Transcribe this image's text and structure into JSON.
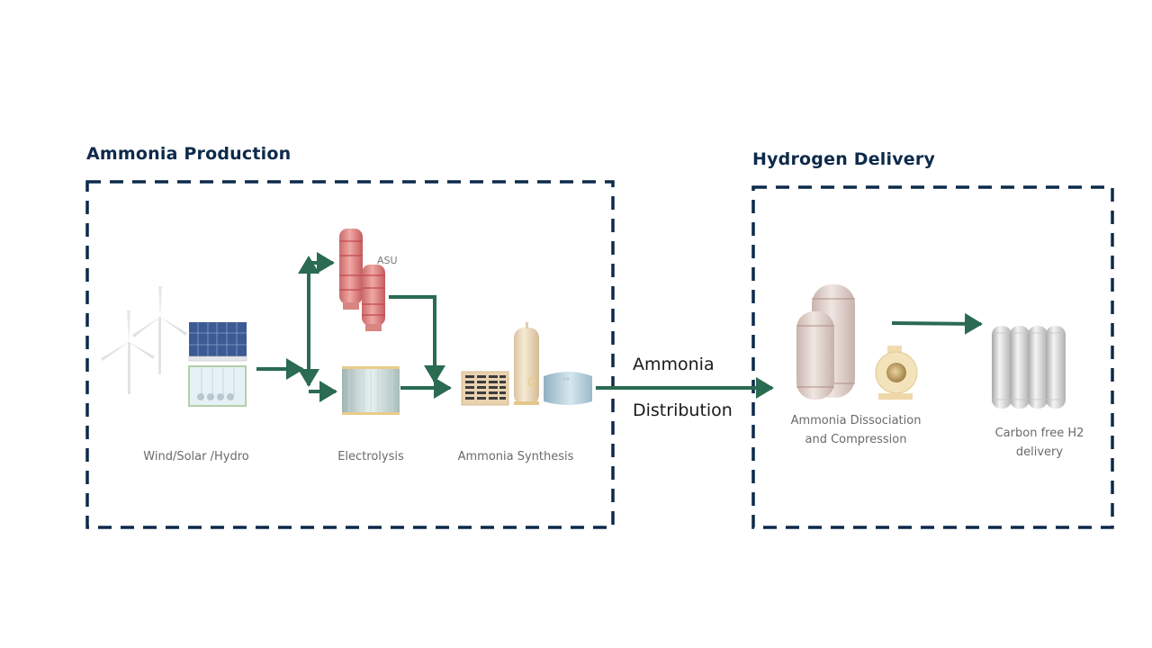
{
  "sections": {
    "production": {
      "title": "Ammonia Production"
    },
    "delivery": {
      "title": "Hydrogen Delivery"
    }
  },
  "nodes": {
    "renewables": {
      "label": "Wind/Solar /Hydro",
      "icon": "wind-solar-hydro-icon"
    },
    "asu": {
      "label": "ASU",
      "icon": "air-separation-unit-icon"
    },
    "electrolysis": {
      "label": "Electrolysis",
      "icon": "electrolyzer-icon"
    },
    "synthesis": {
      "label": "Ammonia Synthesis",
      "icon": "ammonia-synthesis-plant-icon"
    },
    "dissociation": {
      "label_line1": "Ammonia Dissociation",
      "label_line2": "and Compression",
      "icon": "dissociation-tanks-and-compressor-icon"
    },
    "h2_delivery": {
      "label_line1": "Carbon free H2",
      "label_line2": "delivery",
      "icon": "hydrogen-cylinders-icon"
    }
  },
  "distribution": {
    "line1": "Ammonia",
    "line2": "Distribution"
  },
  "colors": {
    "arrow": "#2a6b52",
    "border": "#0d2a4a",
    "title": "#0d2a4a"
  }
}
